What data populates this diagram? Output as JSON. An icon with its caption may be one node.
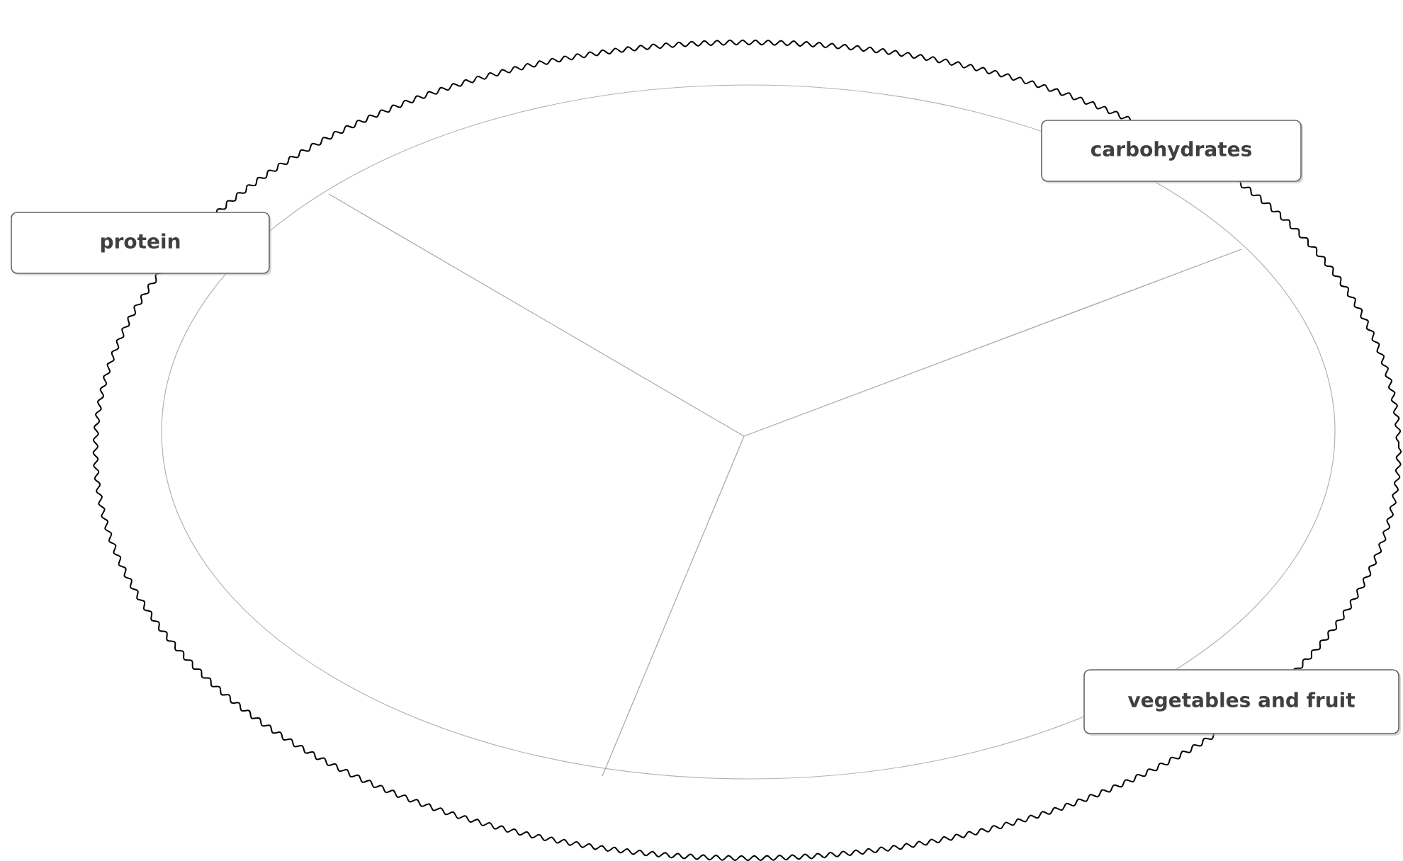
{
  "diagram": {
    "nodes": [
      {
        "text": [
          "protein"
        ]
      },
      {
        "text": [
          "carbohydrates"
        ]
      },
      {
        "text": [
          "vegetables and fruit"
        ]
      }
    ]
  }
}
